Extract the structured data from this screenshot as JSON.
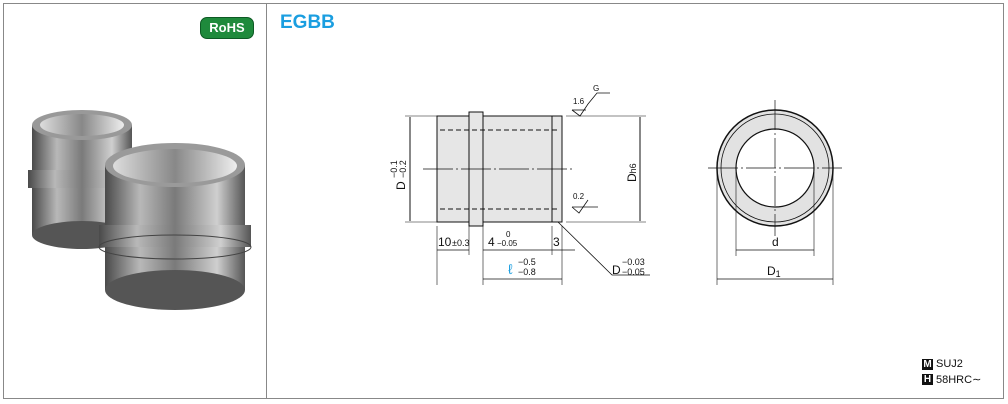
{
  "badge": "RoHS",
  "title": "EGBB",
  "drawing": {
    "dim_d_left": "D",
    "dim_d_left_tol_upper": "−0.1",
    "dim_d_left_tol_lower": "−0.2",
    "dim_dh6_main": "D",
    "dim_dh6_sub": "h6",
    "roughness_1": "1.6",
    "roughness_g": "G",
    "roughness_2": "0.2",
    "dim_10": "10",
    "dim_10_tol": "±0.3",
    "dim_4": "4",
    "dim_4_tol_upper": "0",
    "dim_4_tol_lower": "−0.05",
    "dim_3": "3",
    "dim_l": "ℓ",
    "dim_l_tol_upper": "−0.5",
    "dim_l_tol_lower": "−0.8",
    "dim_dtip": "D",
    "dim_dtip_tol_upper": "−0.03",
    "dim_dtip_tol_lower": "−0.05",
    "dim_small_d": "d",
    "dim_d1_main": "D",
    "dim_d1_sub": "1",
    "accent_color": "#1a9ee0"
  },
  "materials": [
    {
      "icon": "M",
      "value": "SUJ2"
    },
    {
      "icon": "H",
      "value": "58HRC∼"
    }
  ]
}
